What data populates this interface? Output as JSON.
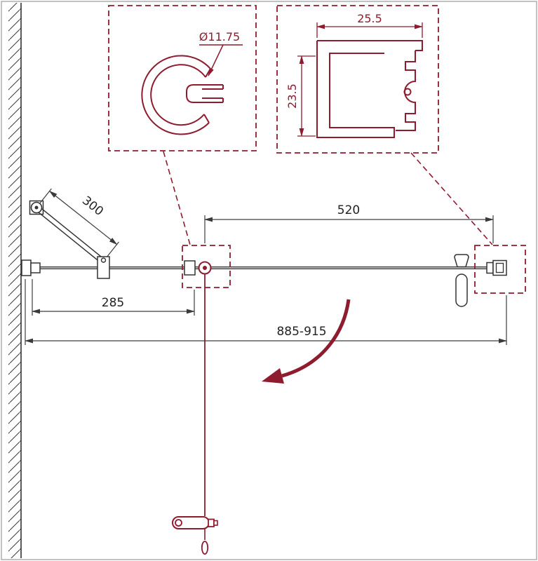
{
  "title": "shower-door-technical-drawing",
  "colors": {
    "accent": "#8E1B2E",
    "ink": "#333333",
    "dim": "#3d3d3d",
    "frame": "#adadad",
    "text": "#222222"
  },
  "detail_left": {
    "diameter_label": "Ø11.75"
  },
  "detail_right": {
    "width_label": "25.5",
    "height_label": "23.5"
  },
  "plan": {
    "arm_length_label": "300",
    "glass_width_label": "520",
    "wall_to_hinge_label": "285",
    "total_width_label": "885-915"
  }
}
